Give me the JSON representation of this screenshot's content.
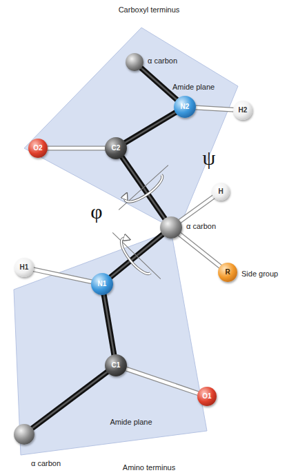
{
  "diagram": {
    "nodes": [
      {
        "text": [
          "Amide plane"
        ]
      },
      {
        "text": [
          "α carbon"
        ],
        "in": 0
      },
      {
        "text": [
          "N2"
        ],
        "in": 0
      },
      {
        "text": [
          "H2"
        ],
        "in": 0
      },
      {
        "text": [
          "O2"
        ],
        "in": 0
      },
      {
        "text": [
          "C2"
        ],
        "in": 0
      },
      {
        "text": [
          "H"
        ]
      },
      {
        "text": [
          "α carbon"
        ]
      },
      {
        "text": [
          "R",
          "Side group"
        ]
      },
      {
        "text": [
          "Amide plane"
        ]
      },
      {
        "text": [
          "H1"
        ],
        "in": 9
      },
      {
        "text": [
          "N1"
        ],
        "in": 9
      },
      {
        "text": [
          "C1"
        ],
        "in": 9
      },
      {
        "text": [
          "O1"
        ],
        "in": 9
      },
      {
        "text": [
          "α carbon"
        ],
        "in": 9
      }
    ],
    "edges": [
      {
        "from": 1,
        "to": 2,
        "arrow": "none"
      },
      {
        "from": 2,
        "to": 3,
        "arrow": "none"
      },
      {
        "from": 2,
        "to": 5,
        "arrow": "none"
      },
      {
        "from": 5,
        "to": 4,
        "arrow": "none"
      },
      {
        "from": 5,
        "to": 7,
        "arrow": "none"
      },
      {
        "from": 7,
        "to": 6,
        "arrow": "none"
      },
      {
        "from": 7,
        "to": 8,
        "arrow": "none"
      },
      {
        "from": 7,
        "to": 11,
        "arrow": "none"
      },
      {
        "from": 11,
        "to": 10,
        "arrow": "none"
      },
      {
        "from": 11,
        "to": 12,
        "arrow": "none"
      },
      {
        "from": 12,
        "to": 13,
        "arrow": "none"
      },
      {
        "from": 12,
        "to": 14,
        "arrow": "none"
      }
    ],
    "labels": [
      "Carboxyl terminus",
      "ψ",
      "φ",
      "Amino terminus"
    ]
  }
}
